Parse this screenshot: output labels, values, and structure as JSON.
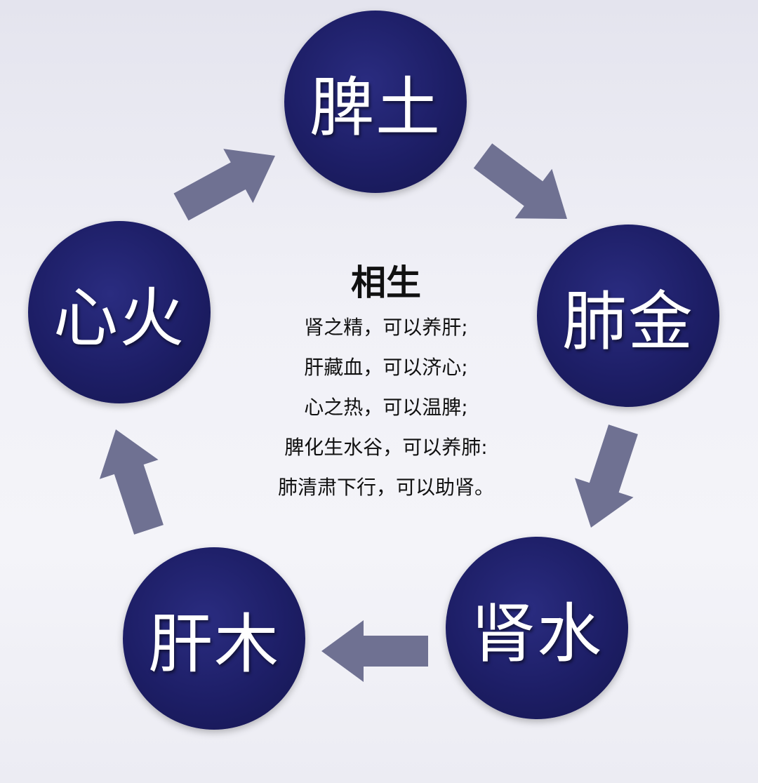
{
  "elements": {
    "spleen_earth": "脾土",
    "lung_metal": "肺金",
    "kidney_water": "肾水",
    "liver_wood": "肝木",
    "heart_fire": "心火"
  },
  "center": {
    "title": "相生",
    "lines": [
      "肾之精，可以养肝;",
      "肝藏血，可以济心;",
      "心之热，可以温脾;",
      "脾化生水谷，可以养肺:",
      "肺清肃下行，可以助肾。"
    ]
  },
  "colors": {
    "node": "#1d1e66",
    "arrow": "#6f7192"
  }
}
